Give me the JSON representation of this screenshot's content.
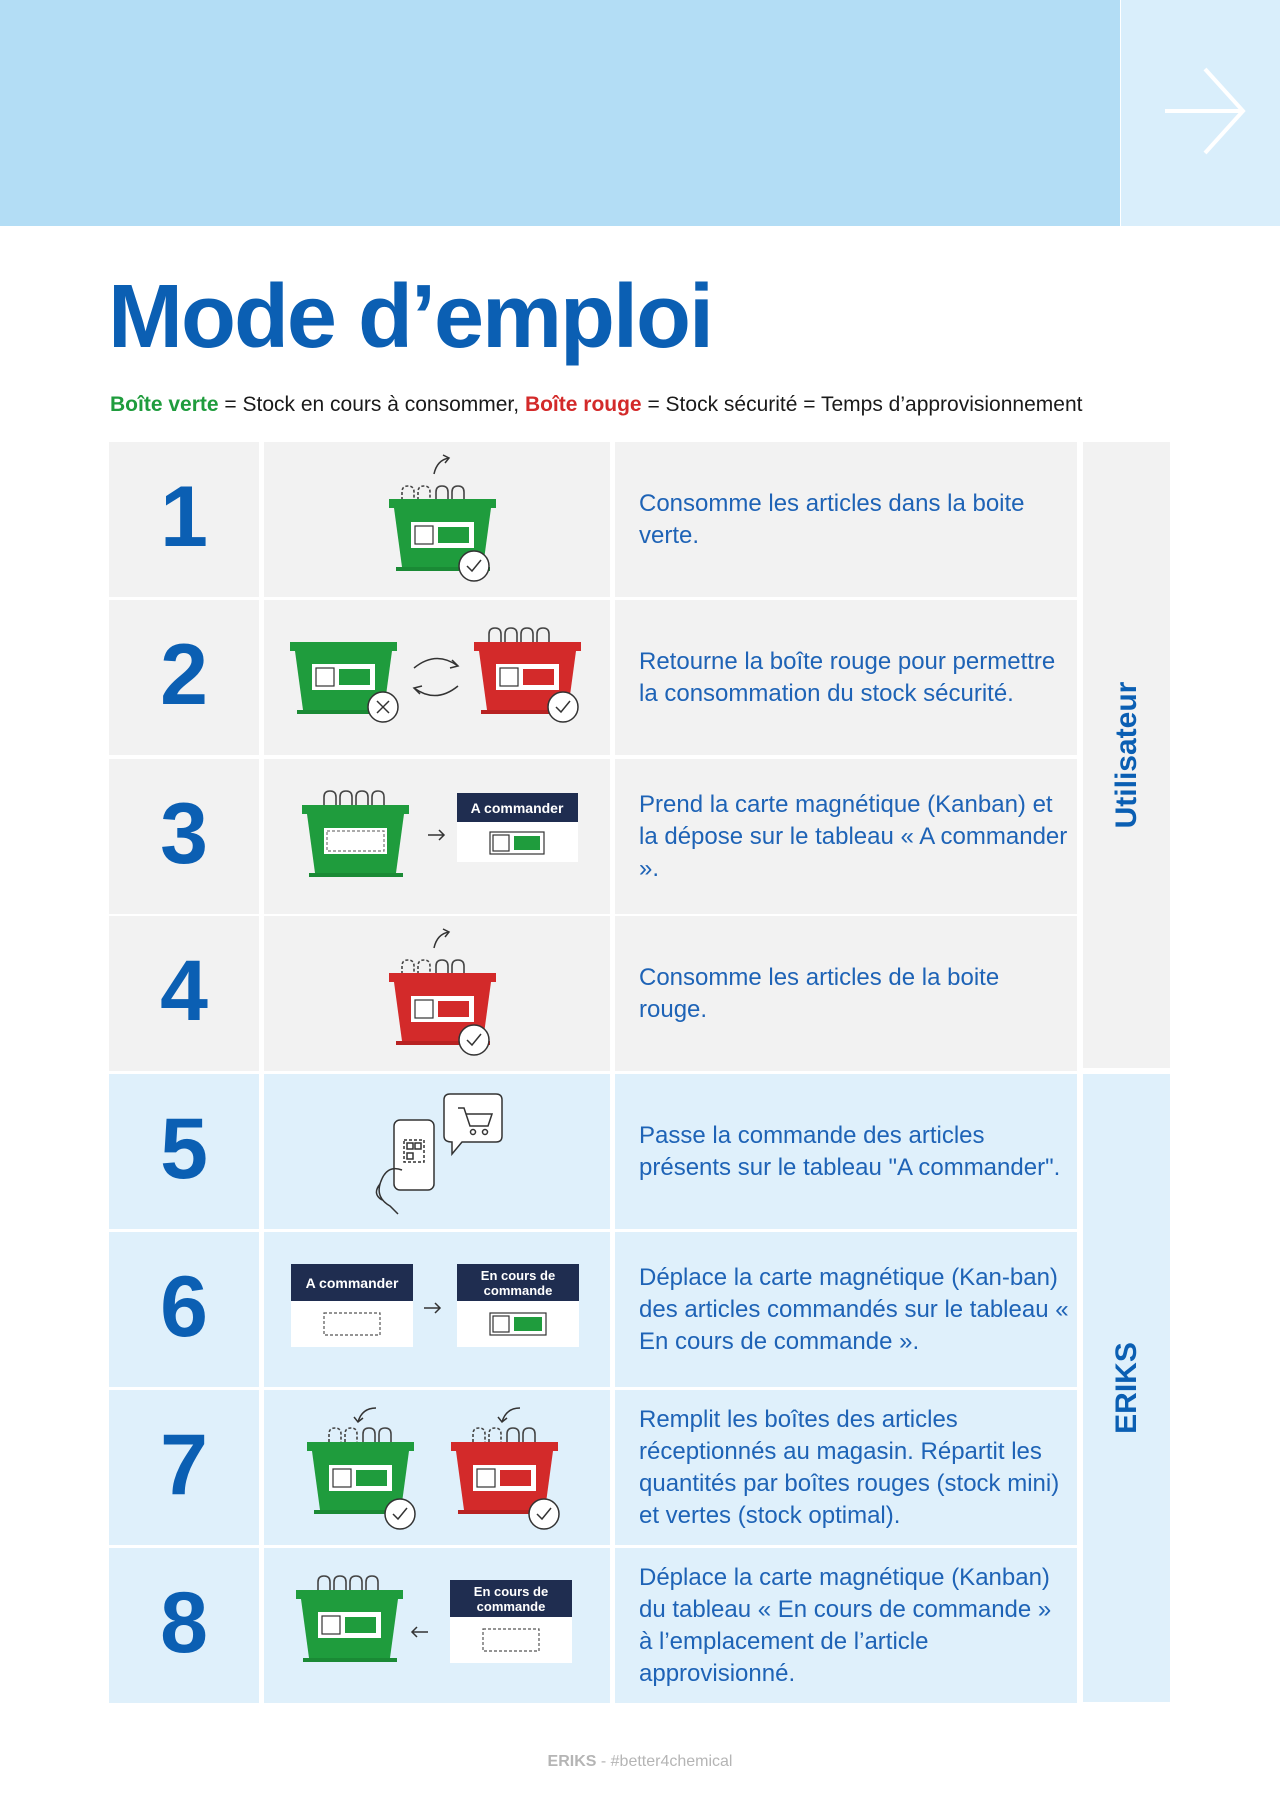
{
  "title": "Mode d’emploi",
  "legend": {
    "green_label": "Boîte verte",
    "green_desc": " = Stock en cours à consommer, ",
    "red_label": "Boîte rouge",
    "red_desc": " = Stock sécurité = Temps d’approvisionnement"
  },
  "colors": {
    "green": "#1f9c3d",
    "red": "#d32a2a",
    "blue": "#0b5fb3",
    "navy": "#1f2d50"
  },
  "board_labels": {
    "to_order": "A commander",
    "in_progress_line1": "En cours de",
    "in_progress_line2": "commande"
  },
  "steps": [
    {
      "number": "1",
      "text": "Consomme les articles dans la boite verte.",
      "icons": [
        "green-bin-icon",
        "check-icon",
        "arrow-up-icon"
      ]
    },
    {
      "number": "2",
      "text": "Retourne la boîte rouge pour permettre la consommation du stock sécurité.",
      "icons": [
        "green-bin-icon",
        "cross-icon",
        "swap-arrows-icon",
        "red-bin-icon",
        "check-icon"
      ]
    },
    {
      "number": "3",
      "text": "Prend la carte magnétique (Kanban) et la dépose sur le tableau « A commander ».",
      "icons": [
        "green-bin-icon",
        "arrow-right-icon",
        "board-card-icon"
      ]
    },
    {
      "number": "4",
      "text": "Consomme les articles de la boite rouge.",
      "icons": [
        "red-bin-icon",
        "check-icon",
        "arrow-up-icon"
      ]
    },
    {
      "number": "5",
      "text": "Passe la commande des articles présents sur le tableau \"A commander\".",
      "icons": [
        "phone-scan-icon",
        "cart-bubble-icon"
      ]
    },
    {
      "number": "6",
      "text": "Déplace la carte magnétique (Kan-ban) des articles commandés sur le tableau « En cours de commande ».",
      "icons": [
        "board-empty-icon",
        "arrow-right-icon",
        "board-card-icon"
      ]
    },
    {
      "number": "7",
      "text": "Remplit les boîtes des articles réceptionnés au magasin. Répartit les quantités par boîtes rouges (stock mini) et vertes (stock optimal).",
      "icons": [
        "green-bin-icon",
        "red-bin-icon",
        "check-icon"
      ]
    },
    {
      "number": "8",
      "text": "Déplace la carte magnétique (Kanban) du tableau « En cours de commande » à l’emplacement de l’article approvisionné.",
      "icons": [
        "green-bin-icon",
        "arrow-left-icon",
        "board-empty-icon"
      ]
    }
  ],
  "sections": {
    "user": "Utilisateur",
    "erik": "ERIKS"
  },
  "footer": {
    "brand": "ERIKS",
    "separator": " - ",
    "tag": "#better4chemical"
  },
  "nav": {
    "next_icon": "arrow-right-icon"
  }
}
